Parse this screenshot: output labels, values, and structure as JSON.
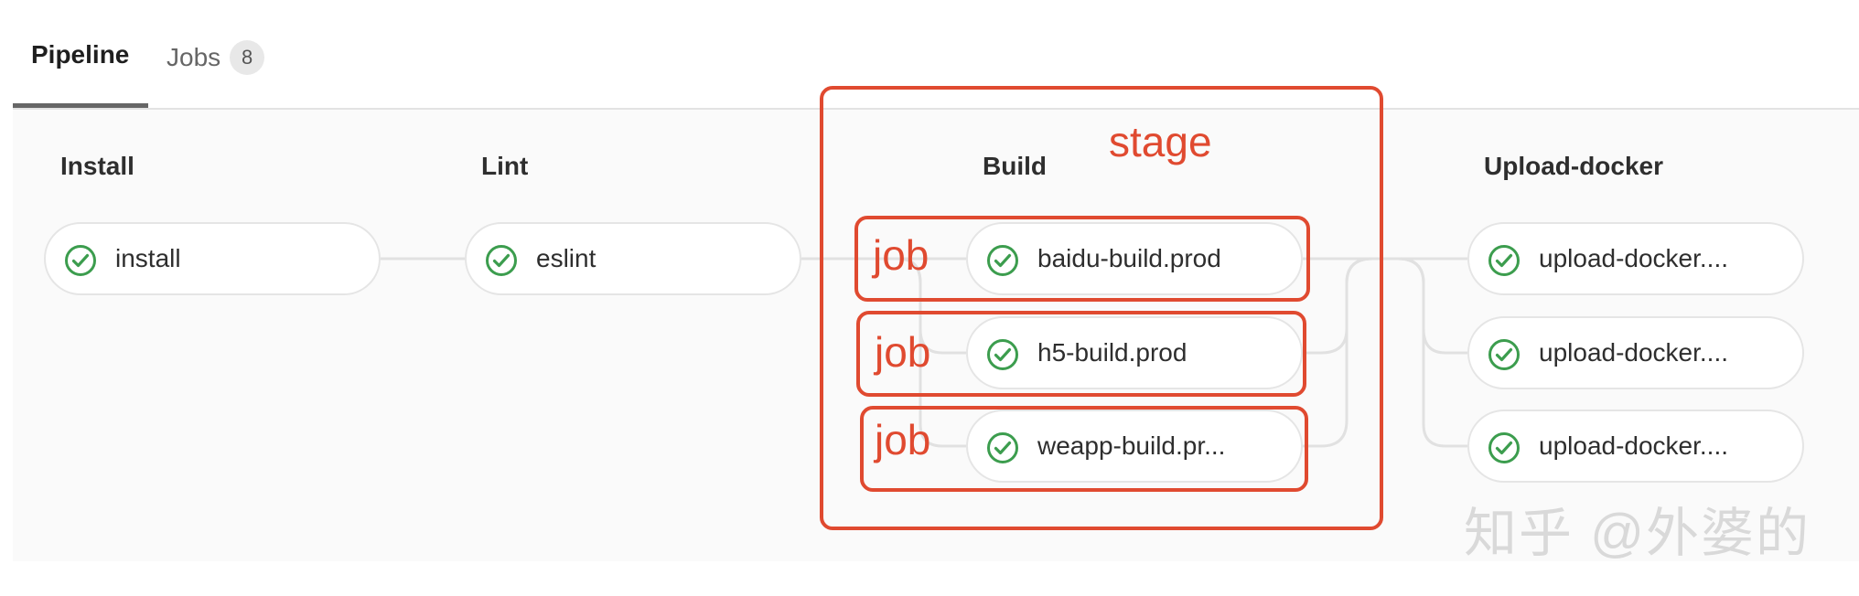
{
  "tabs": {
    "pipeline_label": "Pipeline",
    "jobs_label": "Jobs",
    "jobs_count": "8"
  },
  "stages": [
    {
      "title": "Install",
      "jobs": [
        {
          "name": "install",
          "status": "passed"
        }
      ]
    },
    {
      "title": "Lint",
      "jobs": [
        {
          "name": "eslint",
          "status": "passed"
        }
      ]
    },
    {
      "title": "Build",
      "jobs": [
        {
          "name": "baidu-build.prod",
          "status": "passed"
        },
        {
          "name": "h5-build.prod",
          "status": "passed"
        },
        {
          "name": "weapp-build.pr...",
          "status": "passed"
        }
      ]
    },
    {
      "title": "Upload-docker",
      "jobs": [
        {
          "name": "upload-docker....",
          "status": "passed"
        },
        {
          "name": "upload-docker....",
          "status": "passed"
        },
        {
          "name": "upload-docker....",
          "status": "passed"
        }
      ]
    }
  ],
  "annotations": {
    "stage_label": "stage",
    "job_label_1": "job",
    "job_label_2": "job",
    "job_label_3": "job"
  },
  "watermark": "知乎 @外婆的",
  "colors": {
    "success": "#3c9d4e",
    "annotation": "#e04a30",
    "connector": "#e1e1e1"
  }
}
